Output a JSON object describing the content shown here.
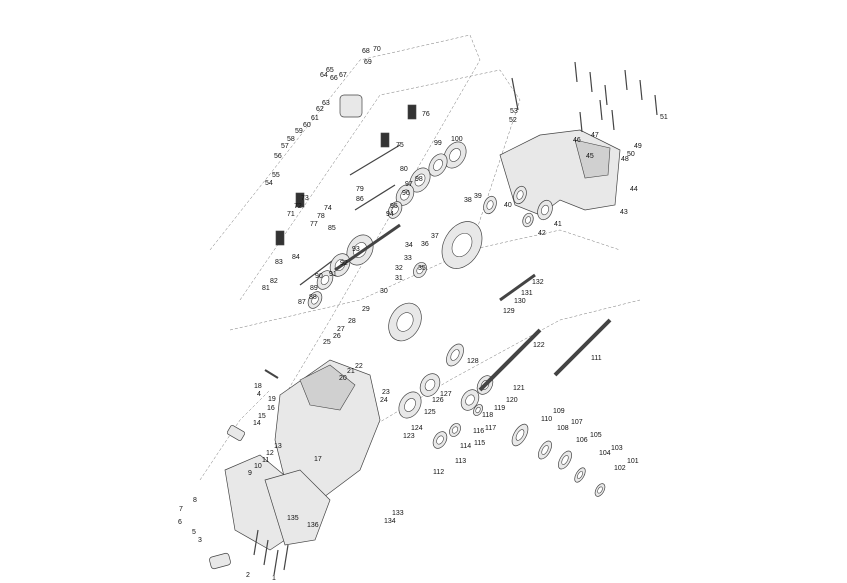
{
  "diagram": {
    "kind": "exploded-view",
    "subject_icon": "gearbox-assembly-icon",
    "line_color": "#444444",
    "fill_color": "#e8e8e8",
    "callouts": [
      "1",
      "2",
      "3",
      "4",
      "5",
      "6",
      "7",
      "8",
      "9",
      "10",
      "11",
      "12",
      "13",
      "14",
      "15",
      "16",
      "17",
      "18",
      "19",
      "20",
      "21",
      "22",
      "23",
      "24",
      "25",
      "26",
      "27",
      "28",
      "29",
      "30",
      "31",
      "32",
      "33",
      "34",
      "35",
      "36",
      "37",
      "38",
      "39",
      "40",
      "41",
      "42",
      "43",
      "44",
      "45",
      "46",
      "47",
      "48",
      "49",
      "50",
      "51",
      "52",
      "53",
      "54",
      "55",
      "56",
      "57",
      "58",
      "59",
      "60",
      "61",
      "62",
      "63",
      "64",
      "65",
      "66",
      "67",
      "68",
      "69",
      "70",
      "71",
      "72",
      "73",
      "74",
      "75",
      "76",
      "77",
      "78",
      "79",
      "80",
      "81",
      "82",
      "83",
      "84",
      "85",
      "86",
      "87",
      "88",
      "89",
      "90",
      "91",
      "92",
      "93",
      "94",
      "95",
      "96",
      "97",
      "98",
      "99",
      "100",
      "101",
      "102",
      "103",
      "104",
      "105",
      "106",
      "107",
      "108",
      "109",
      "110",
      "111",
      "112",
      "113",
      "114",
      "115",
      "116",
      "117",
      "118",
      "119",
      "120",
      "121",
      "122",
      "123",
      "124",
      "125",
      "126",
      "127",
      "128",
      "129",
      "130",
      "131",
      "132",
      "133",
      "134",
      "135",
      "136"
    ]
  }
}
